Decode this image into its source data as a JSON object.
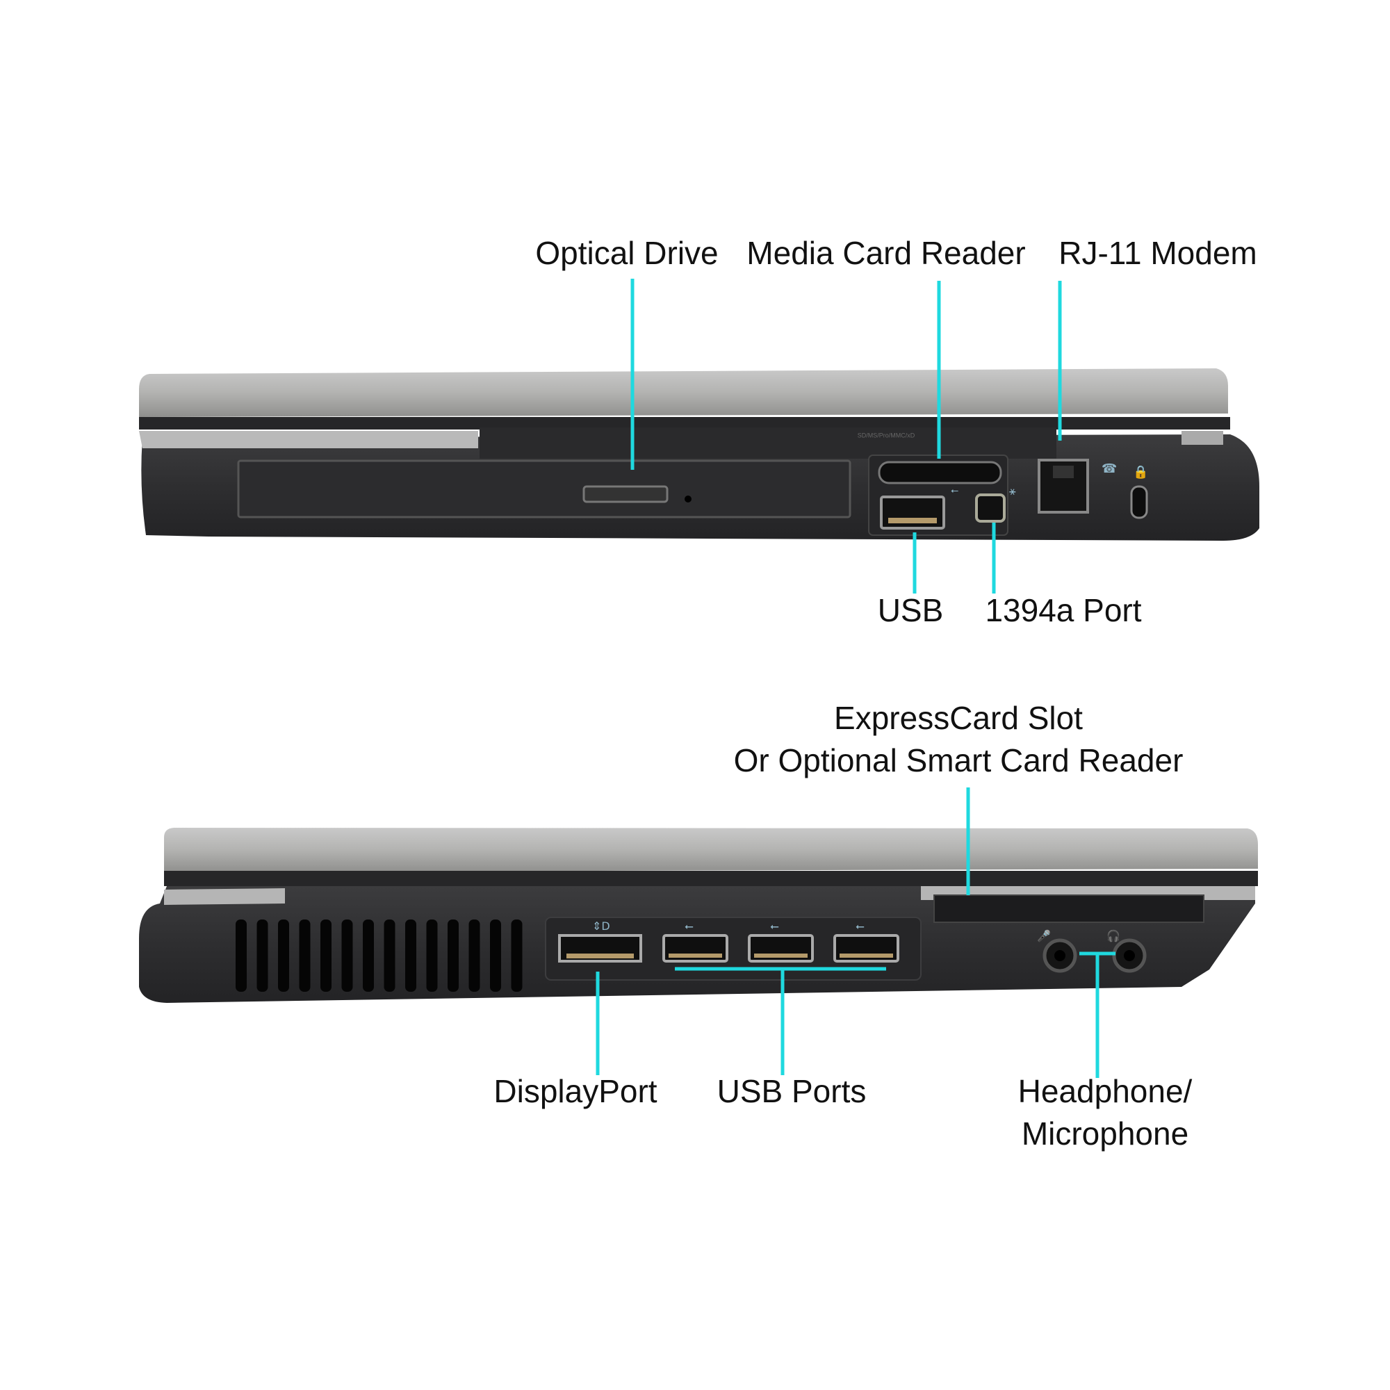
{
  "accent_color": "#1fd9df",
  "top_view": {
    "labels": {
      "optical_drive": "Optical Drive",
      "media_card_reader": "Media Card Reader",
      "rj11_modem": "RJ-11 Modem",
      "usb": "USB",
      "port_1394a": "1394a Port"
    },
    "card_reader_print": "SD/MS/Pro/MMC/xD"
  },
  "bottom_view": {
    "labels": {
      "expresscard_line1": "ExpressCard Slot",
      "expresscard_line2": "Or Optional Smart Card Reader",
      "displayport": "DisplayPort",
      "usb_ports": "USB Ports",
      "audio_line1": "Headphone/",
      "audio_line2": "Microphone"
    }
  },
  "icons": [
    "usb-icon",
    "firewire-icon",
    "phone-icon",
    "lock-icon",
    "displayport-icon",
    "microphone-icon",
    "headphone-icon"
  ]
}
